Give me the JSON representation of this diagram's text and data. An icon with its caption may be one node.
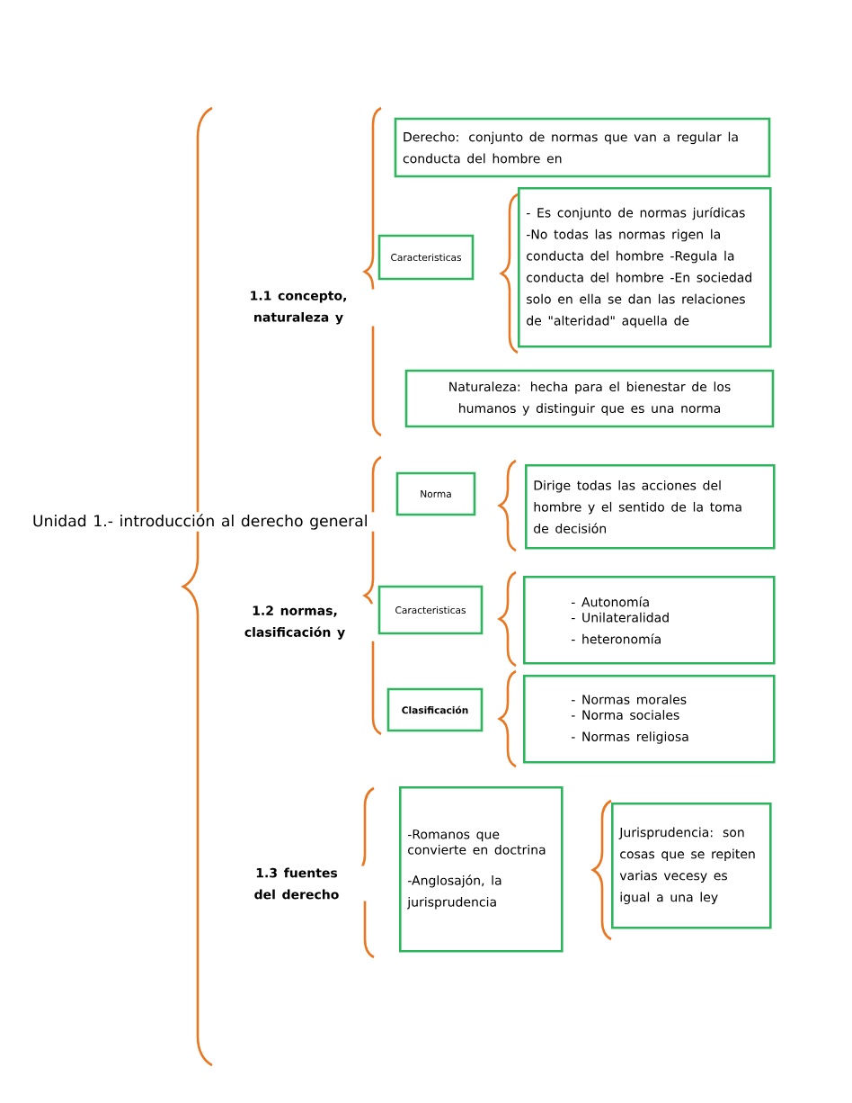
{
  "diagram": {
    "nodes": [
      {
        "text": [
          "Unidad 1.- introducción al derecho general"
        ]
      },
      {
        "text": [
          "1.1 concepto, naturaleza y"
        ]
      },
      {
        "text": [
          "Derecho: conjunto de normas que van a regular la conducta del hombre en"
        ]
      },
      {
        "text": [
          "Caracteristicas"
        ]
      },
      {
        "text": [
          "- Es conjunto de normas jurídicas -No todas las normas rigen la conducta del hombre -Regula la conducta del hombre -En sociedad solo en ella se dan las relaciones de \"alteridad\" aquella de"
        ]
      },
      {
        "text": [
          "Naturaleza: hecha para el bienestar de los humanos y distinguir que es una norma"
        ]
      },
      {
        "text": [
          "1.2 normas, clasificación y"
        ]
      },
      {
        "text": [
          "Norma"
        ]
      },
      {
        "text": [
          "Dirige todas las acciones del hombre y el sentido de la toma de decisión"
        ]
      },
      {
        "text": [
          "Caracteristicas"
        ]
      },
      {
        "text": [
          "- Autonomía",
          "- Unilateralidad",
          "- heteronomía"
        ]
      },
      {
        "text": [
          "Clasificación"
        ]
      },
      {
        "text": [
          "- Normas morales",
          "- Norma sociales",
          "- Normas religiosa"
        ]
      },
      {
        "text": [
          "1.3 fuentes del derecho"
        ]
      },
      {
        "text": [
          "-Romanos que convierte en doctrina",
          "-Anglosajón, la jurisprudencia"
        ]
      },
      {
        "text": [
          "Jurisprudencia: son cosas que se repiten varias vecesy es igual a una ley"
        ]
      }
    ]
  }
}
